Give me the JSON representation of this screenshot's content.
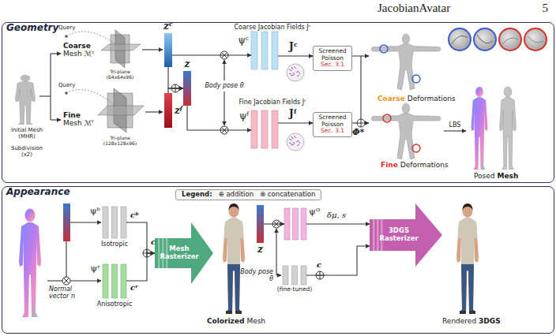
{
  "diagram": {
    "nodes": [
      {
        "text": [
          "Geometry"
        ]
      },
      {
        "text": [
          "zᶜ"
        ],
        "in": 0
      },
      {
        "text": [
          "zᶠ"
        ],
        "in": 0
      },
      {
        "text": [
          "z"
        ],
        "in": 0
      },
      {
        "text": [
          "ψᶜ"
        ],
        "in": 0
      },
      {
        "text": [
          "Screened Poisson",
          "Sec. 3.1"
        ],
        "in": 0
      },
      {
        "text": [
          "ψᶠ"
        ],
        "in": 0
      },
      {
        "text": [
          "Screened Poisson",
          "Sec. 3.1"
        ],
        "in": 0
      },
      {
        "text": [
          "Appearance"
        ]
      },
      {
        "text": [
          "Legend:",
          "⊕ addition",
          "⊗ concatenation"
        ],
        "in": 8
      },
      {
        "text": [
          "ψᵇ",
          "Isotropic"
        ],
        "in": 8
      },
      {
        "text": [
          "ψʳ",
          "Anisotropic"
        ],
        "in": 8
      },
      {
        "text": [
          "Mesh Rasterizer"
        ],
        "in": 8
      },
      {
        "text": [
          "z"
        ],
        "in": 8
      },
      {
        "text": [
          "ψᴳ"
        ],
        "in": 8
      },
      {
        "text": [
          "(fine-tuned)"
        ],
        "in": 8
      },
      {
        "text": [
          "3DGS Rasterizer"
        ],
        "in": 8
      }
    ],
    "edges": [
      {
        "from": 1,
        "to": 4,
        "arrow": "to"
      },
      {
        "from": 1,
        "to": 3,
        "arrow": "to"
      },
      {
        "from": 2,
        "to": 3,
        "arrow": "to"
      },
      {
        "from": 3,
        "to": 6,
        "arrow": "to"
      },
      {
        "from": 4,
        "to": 5,
        "arrow": "to"
      },
      {
        "from": 6,
        "to": 7,
        "arrow": "to"
      },
      {
        "from": 10,
        "to": 12,
        "arrow": "to"
      },
      {
        "from": 11,
        "to": 12,
        "arrow": "to"
      },
      {
        "from": 13,
        "to": 14,
        "arrow": "to"
      },
      {
        "from": 14,
        "to": 16,
        "arrow": "to"
      },
      {
        "from": 15,
        "to": 16,
        "arrow": "to"
      }
    ],
    "labels": [
      "JacobianAvatar",
      "5",
      "Query",
      "Coarse",
      "Mesh ℳᶜ",
      "Tri-plane (64x64x96)",
      "Query",
      "Fine",
      "Mesh ℳᶠ",
      "Tri-plane (128x128x96)",
      "Initial Mesh (MHR)",
      "Subdivision (x2)",
      "Body pose θ",
      "Coarse Jacobian Fields Jᶜ",
      "Jᶜ",
      "Fine Jacobian Fields Jᶠ",
      "Jᶠ",
      "Coarse",
      "Deformations",
      "Φ*",
      "Fine",
      "Deformations",
      "LBS",
      "Posed",
      "Mesh",
      "cᵇ",
      "cʳ",
      "c",
      "Normal vector n",
      "Colorized",
      "Mesh",
      "Body pose θ",
      "δμ, s",
      "c",
      "Rendered",
      "3DGS"
    ]
  }
}
